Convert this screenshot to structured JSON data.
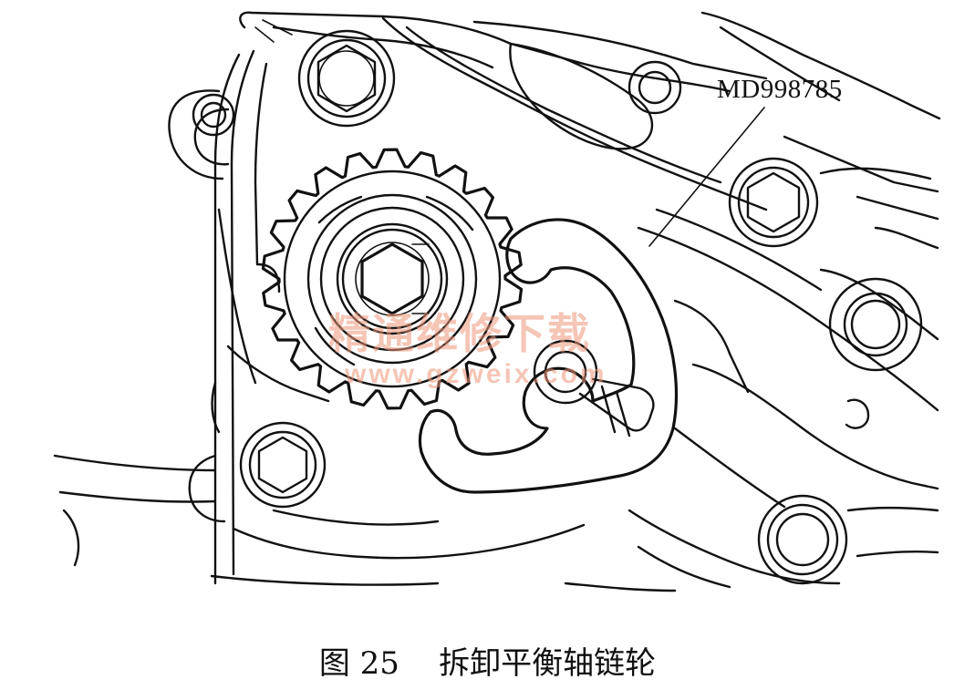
{
  "figure": {
    "part_label": "MD998785",
    "caption_number": "图 25",
    "caption_title": "拆卸平衡轴链轮"
  },
  "watermark": {
    "text": "精通维修下载",
    "url": "www.gzweix.com",
    "color": "#ec9678"
  }
}
